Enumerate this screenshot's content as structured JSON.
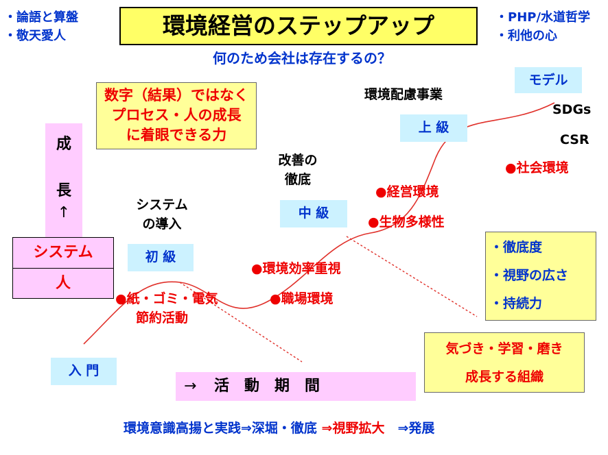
{
  "top_left": [
    "・論語と算盤",
    "・敬天愛人"
  ],
  "top_right": [
    "・PHP/水道哲学",
    "・利他の心"
  ],
  "title": "環境経営のステップアップ",
  "subtitle": "何のため会社は存在するの？",
  "focus_box": [
    "数字（結果）ではなく",
    "プロセス・人の成長",
    "に着眼できる力"
  ],
  "growth_arrow": {
    "line1": "成",
    "line2": "長",
    "arrow": "↑"
  },
  "system_human": {
    "system": "システム",
    "human": "人"
  },
  "levels": {
    "entry": "入 門",
    "beginner": "初 級",
    "intermediate": "中 級",
    "advanced": "上 級",
    "model": "モデル"
  },
  "stage_labels": {
    "system_intro": [
      "システム",
      "の導入"
    ],
    "kaizen": [
      "改善の",
      "徹底"
    ],
    "env_business": "環境配慮事業",
    "sdgs": "SDGs",
    "csr": "CSR"
  },
  "activities": {
    "paper": [
      "●紙・ゴミ・電気",
      "節約活動"
    ],
    "efficiency": "●環境効率重視",
    "workplace": "●職場環境",
    "management": "●経営環境",
    "biodiversity": "●生物多様性",
    "social": "●社会環境"
  },
  "metrics": [
    "・徹底度",
    "・視野の広さ",
    "・持続力"
  ],
  "learning_box": [
    "気づき・学習・磨き",
    "成長する組織"
  ],
  "period": {
    "arrow": "→",
    "label": "活　動　期　間"
  },
  "bottom": {
    "part1": "環境意識高揚と実践⇒深堀・徹底 ",
    "part2": "⇒視野拡大",
    "part3": "　⇒発展"
  },
  "colors": {
    "curve": "#e0302a",
    "yellow": "#ffff99",
    "pink": "#ffccff",
    "cyan": "#ccf2ff",
    "blue": "#0033cc",
    "red": "#ee0000"
  }
}
